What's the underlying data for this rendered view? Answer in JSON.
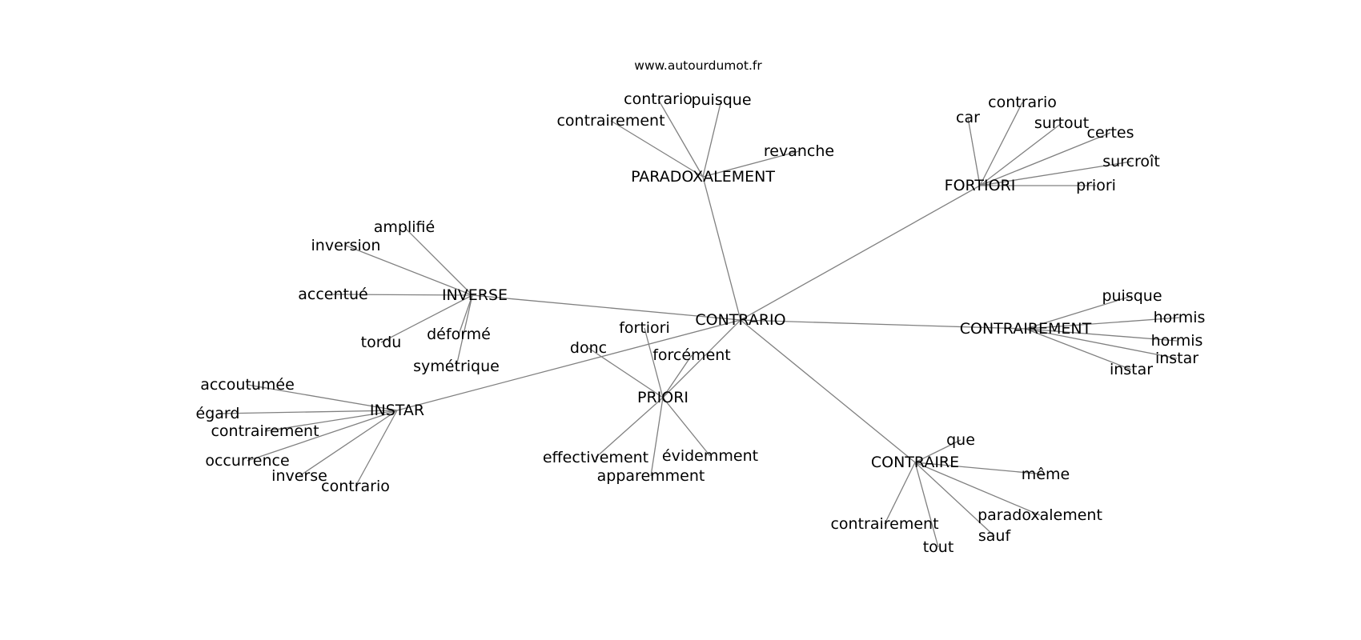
{
  "credit": "www.autourdumot.fr",
  "center": "CONTRARIO",
  "hubs": [
    {
      "id": "PARADOXALEMENT",
      "label": "PARADOXALEMENT",
      "words": [
        "contrario",
        "puisque",
        "contrairement",
        "revanche"
      ]
    },
    {
      "id": "FORTIORI",
      "label": "FORTIORI",
      "words": [
        "car",
        "contrario",
        "surtout",
        "certes",
        "surcroît",
        "priori"
      ]
    },
    {
      "id": "INVERSE",
      "label": "INVERSE",
      "words": [
        "amplifié",
        "inversion",
        "accentué",
        "déformé",
        "tordu",
        "symétrique"
      ]
    },
    {
      "id": "CONTRAIREMENT",
      "label": "CONTRAIREMENT",
      "words": [
        "puisque",
        "hormis",
        "hormis",
        "instar",
        "instar"
      ]
    },
    {
      "id": "PRIORI",
      "label": "PRIORI",
      "words": [
        "fortiori",
        "donc",
        "forcément",
        "effectivement",
        "évidemment",
        "apparemment"
      ]
    },
    {
      "id": "INSTAR",
      "label": "INSTAR",
      "words": [
        "accoutumée",
        "égard",
        "contrairement",
        "occurrence",
        "inverse",
        "contrario"
      ]
    },
    {
      "id": "CONTRAIRE",
      "label": "CONTRAIRE",
      "words": [
        "que",
        "même",
        "paradoxalement",
        "contrairement",
        "sauf",
        "tout"
      ]
    }
  ]
}
